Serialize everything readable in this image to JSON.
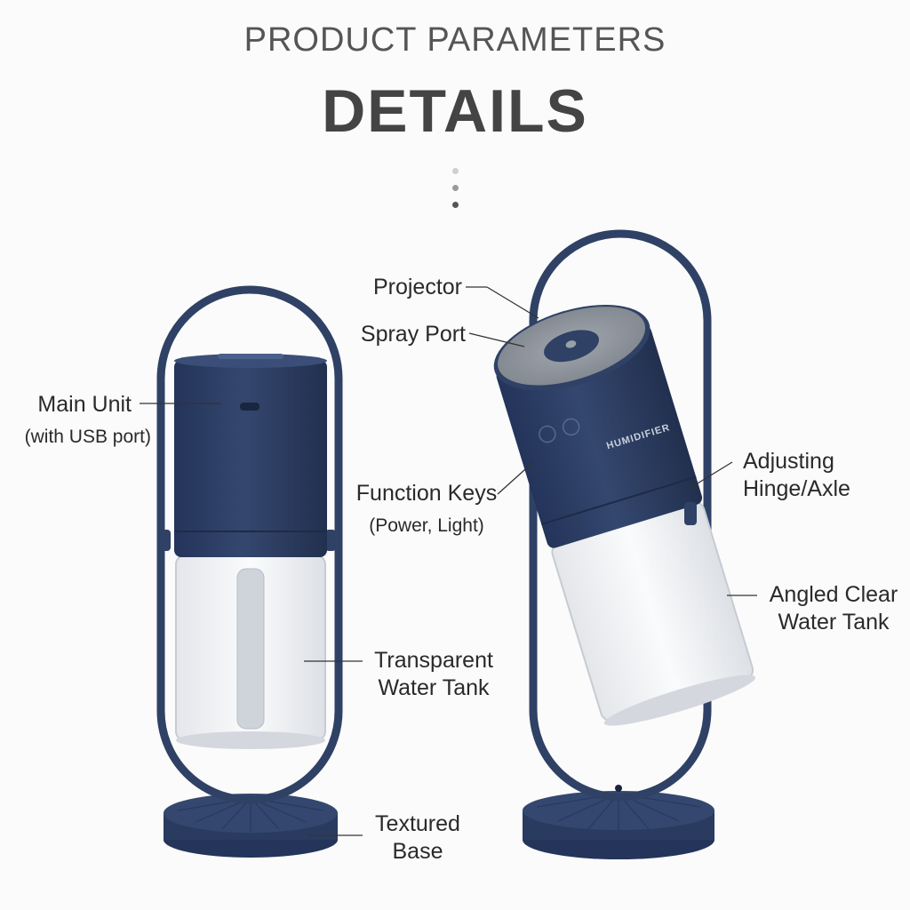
{
  "header": {
    "subtitle": "PRODUCT PARAMETERS",
    "title": "DETAILS"
  },
  "device_text": "HUMIDIFIER",
  "callouts": {
    "main_unit": "Main Unit",
    "main_unit_note": "(with USB port)",
    "transparent_tank_line1": "Transparent",
    "transparent_tank_line2": "Water Tank",
    "textured_base_line1": "Textured",
    "textured_base_line2": "Base",
    "projector": "Projector",
    "spray_port": "Spray Port",
    "function_keys": "Function Keys",
    "function_keys_note": "(Power, Light)",
    "hinge_line1": "Adjusting",
    "hinge_line2": "Hinge/Axle",
    "angled_tank_line1": "Angled Clear",
    "angled_tank_line2": "Water Tank"
  },
  "colors": {
    "body": "#2f4165",
    "body_dark": "#223252",
    "cap": "#8f949b",
    "text": "#2a2a2a"
  }
}
